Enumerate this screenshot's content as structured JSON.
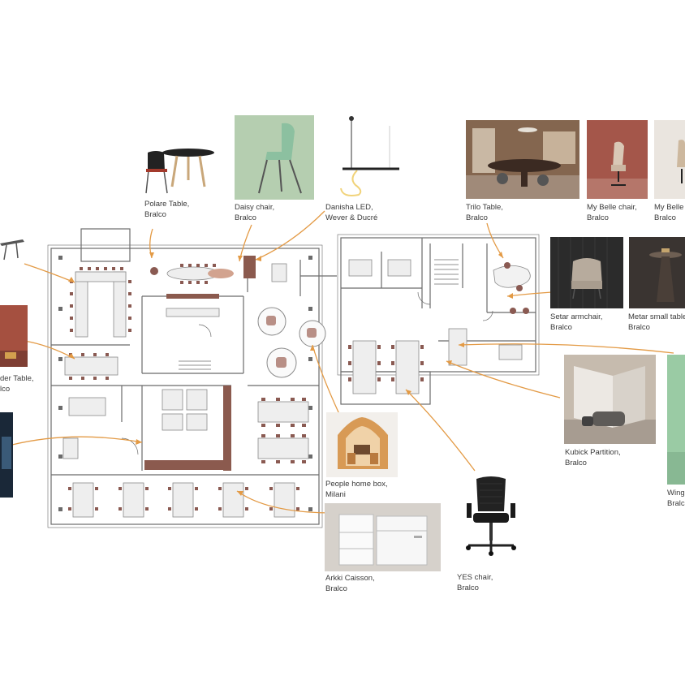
{
  "colors": {
    "arrow": "#e39a45",
    "wall": "#6b6b6b",
    "furniture_fill": "#eeeeee",
    "chair": "#8a5a52",
    "accent_wood": "#8b5a4e",
    "background": "#ffffff"
  },
  "products": [
    {
      "id": "polare",
      "name": "Polare Table,",
      "brand": "Bralco"
    },
    {
      "id": "daisy",
      "name": "Daisy chair,",
      "brand": "Bralco"
    },
    {
      "id": "danisha",
      "name": "Danisha LED,",
      "brand": "Wever & Ducré"
    },
    {
      "id": "trilo",
      "name": "Trilo Table,",
      "brand": "Bralco"
    },
    {
      "id": "mybelle",
      "name": "My Belle chair,",
      "brand": "Bralco"
    },
    {
      "id": "mybelle2",
      "name": "My Belle c",
      "brand": "Bralco"
    },
    {
      "id": "setar",
      "name": "Setar armchair,",
      "brand": "Bralco"
    },
    {
      "id": "metar",
      "name": "Metar small table",
      "brand": "Bralco"
    },
    {
      "id": "kubick",
      "name": "Kubick Partition,",
      "brand": "Bralco"
    },
    {
      "id": "wingl",
      "name": "Wingl",
      "brand": "Bralc"
    },
    {
      "id": "people",
      "name": "People home box,",
      "brand": "Milani"
    },
    {
      "id": "yes",
      "name": "YES chair,",
      "brand": "Bralco"
    },
    {
      "id": "arkki",
      "name": "Arkki Caisson,",
      "brand": "Bralco"
    },
    {
      "id": "leftcut",
      "name": "der Table,",
      "brand": "lco"
    }
  ]
}
